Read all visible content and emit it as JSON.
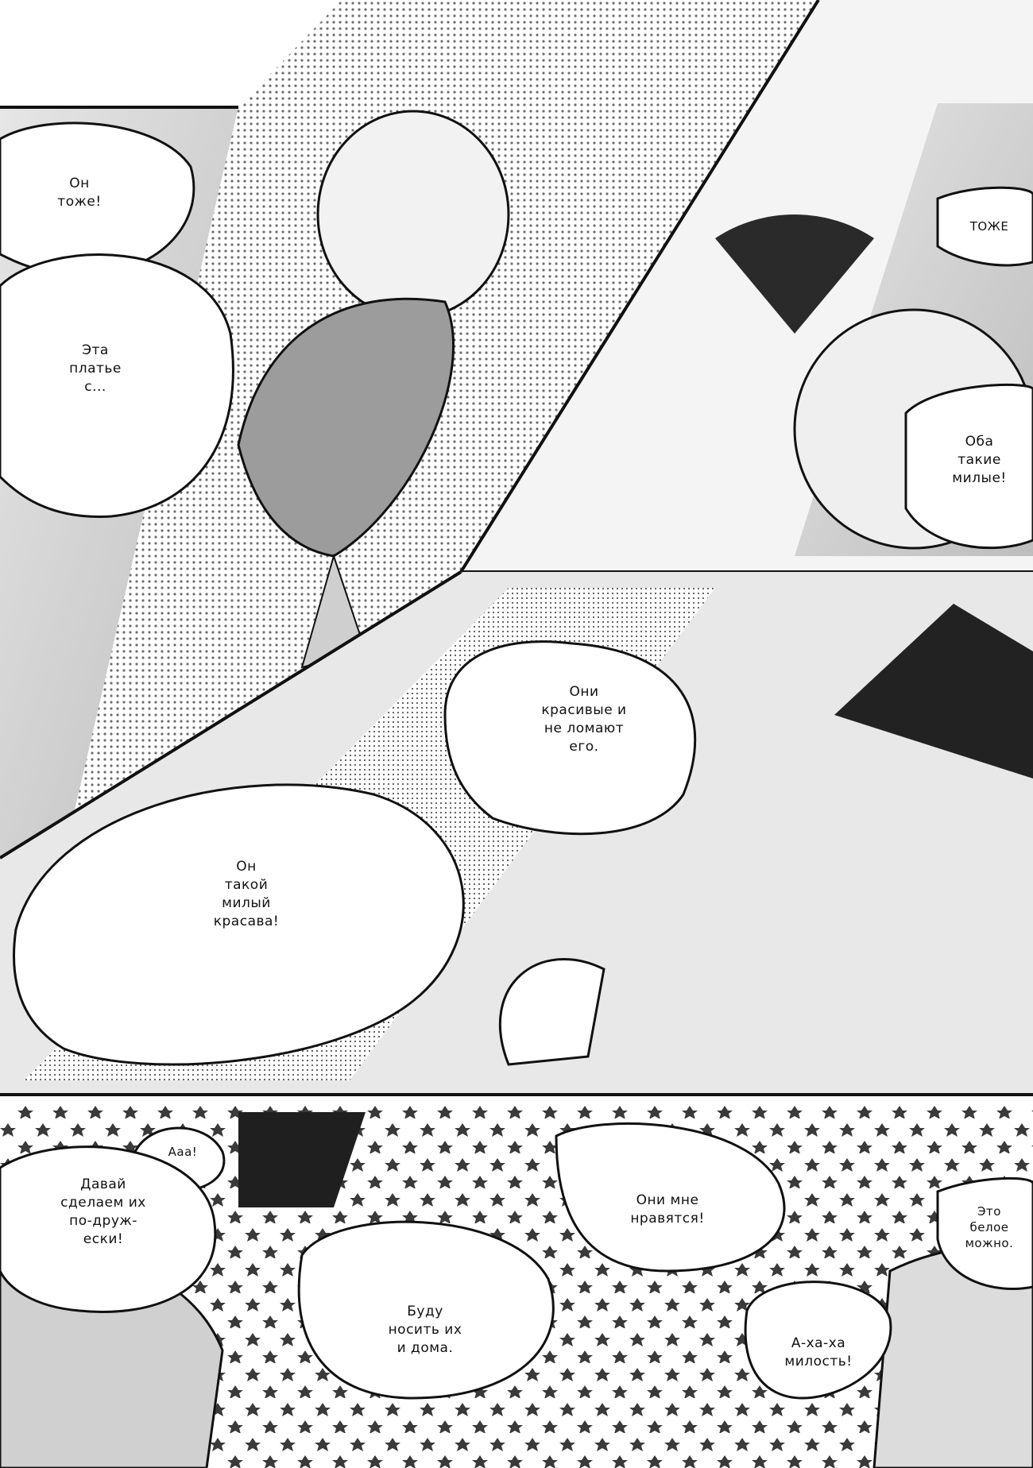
{
  "colors": {
    "ink": "#111111",
    "paper": "#ffffff",
    "screentone": "#9a9a9a",
    "bg_tone": "#d4d4d4"
  },
  "speech": {
    "p1_a": "Он\nтоже!",
    "p1_b": "Эта\nплатье\nс...",
    "p2_a": "ТОЖЕ",
    "p2_b": "Оба\nтакие\nмилые!",
    "p3_a": "Они\nкрасивые и\nне ломают\nего.",
    "p3_b": "Он\nтакой\nмилый\nкрасава!",
    "p4_a": "Ааа!",
    "p4_b": "Давай\nсделаем их\nпо-друж-\nески!",
    "p4_c": "Они мне\nнравятся!",
    "p4_d": "Буду\nносить их\nи дома.",
    "p4_e": "А-ха-ха\nмилость!",
    "p4_f": "Это\nбелое\nможно."
  }
}
